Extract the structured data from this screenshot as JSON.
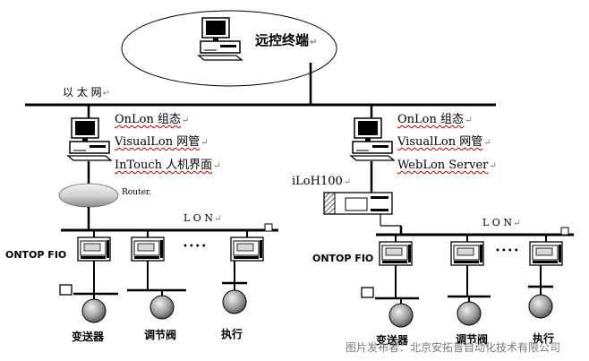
{
  "remote_terminal": "远控终端",
  "ethernet": "以 太 网",
  "left_station": {
    "line1": "OnLon 组态",
    "line2": "VisualLon 网管",
    "line3": "InTouch 人机界面",
    "router": "Router."
  },
  "right_station": {
    "line1": "OnLon 组态",
    "line2": "VisualLon 网管",
    "line3": "WebLon Server",
    "gateway": "iLoH100"
  },
  "lon_left": "L O N",
  "lon_right": "L O N",
  "io_left": "ONTOP FIO",
  "io_right": "ONTOP FIO",
  "ellipsis": "••••",
  "devices_left": [
    "变送器",
    "调节阀",
    "执行"
  ],
  "devices_right": [
    "变送器",
    "调节阀",
    "执行"
  ],
  "watermark": "图片发布者：北京安拓普自动化技术有限公司"
}
